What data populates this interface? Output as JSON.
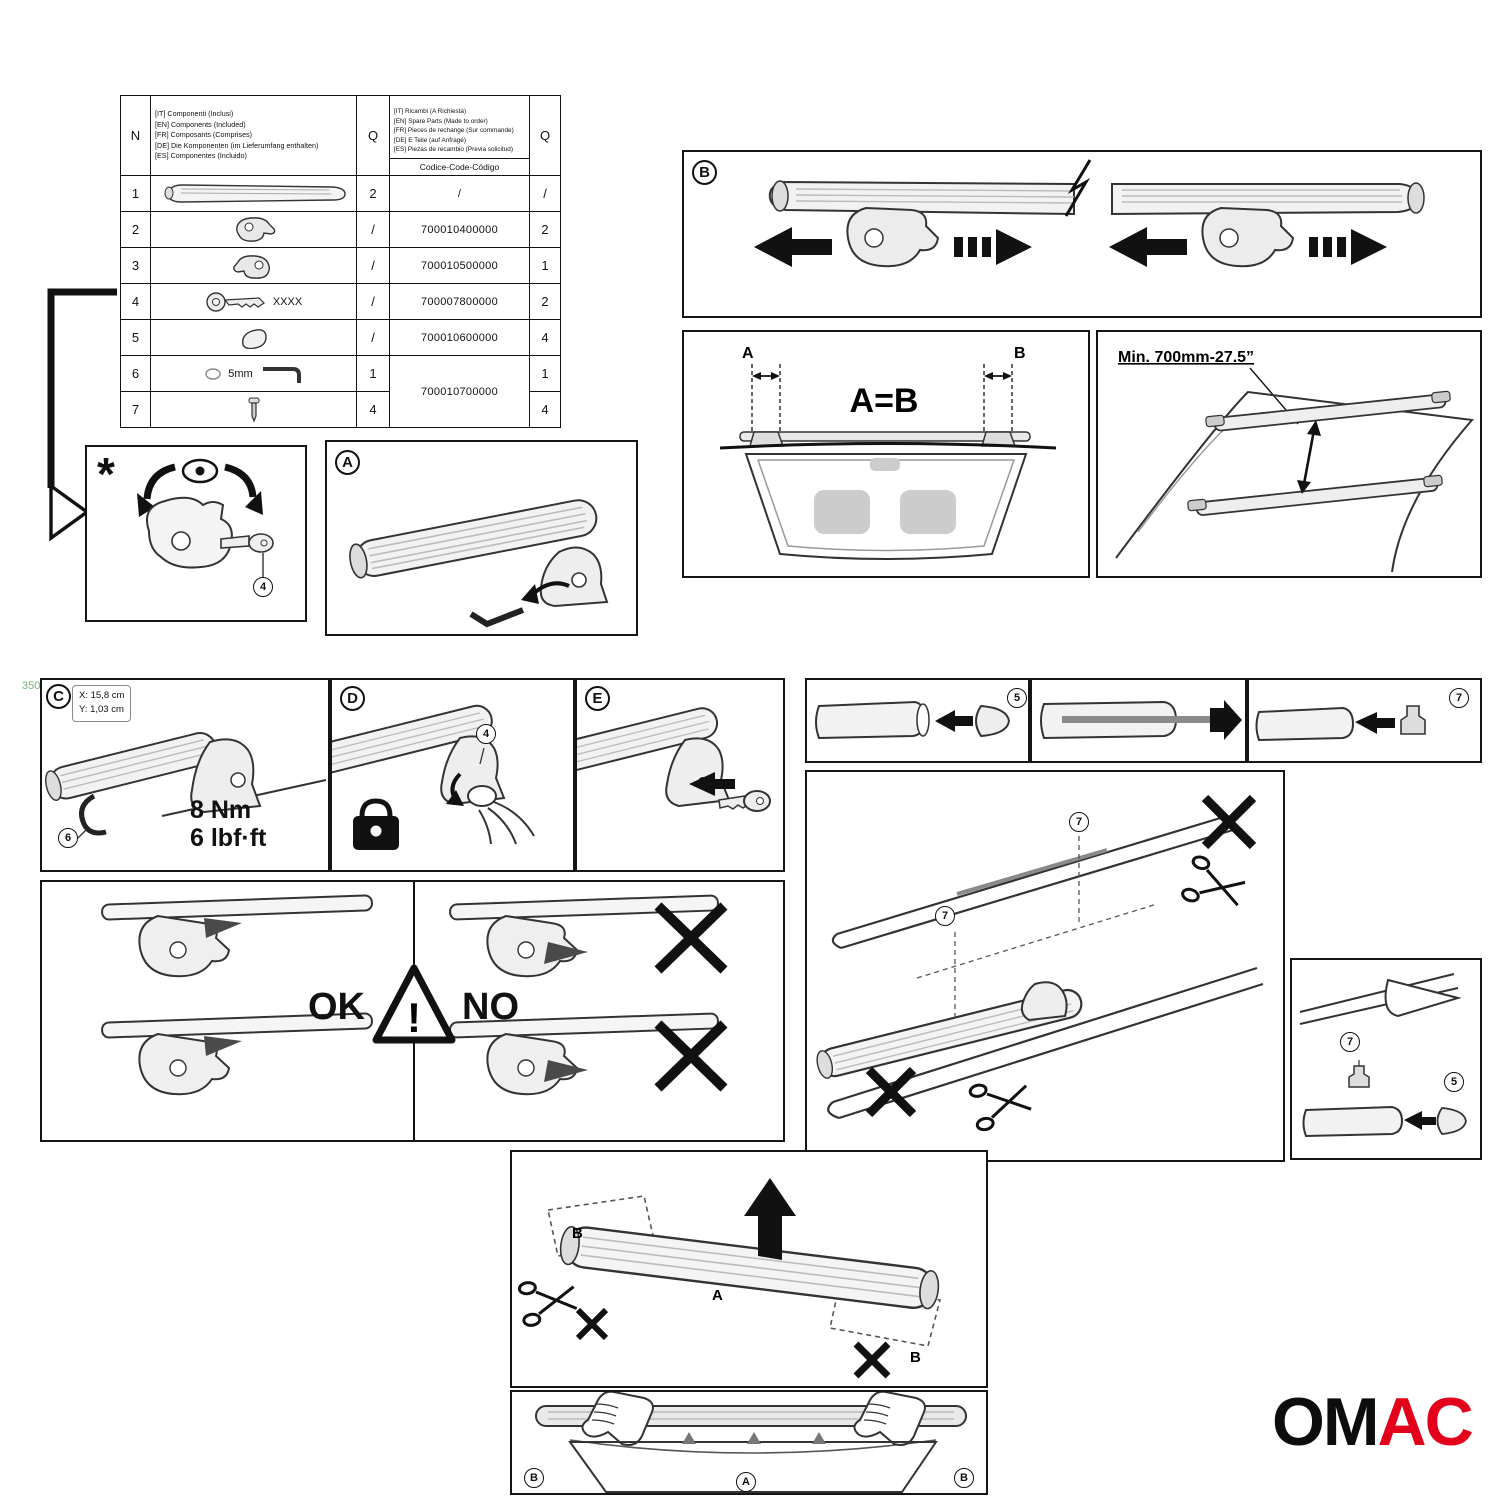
{
  "misc": {
    "page_mark": "350"
  },
  "logo": {
    "black": "OM",
    "red": "AC",
    "red_color": "#e2001a"
  },
  "table": {
    "col_n": "N",
    "col_q": "Q",
    "col_q2": "Q",
    "included": {
      "l1": "[IT] Componenti (Inclusi)",
      "l2": "[EN] Components (Included)",
      "l3": "[FR] Composants (Comprises)",
      "l4": "[DE] Die Komponenten (im Lieferumfang enthalten)",
      "l5": "[ES] Componentes (Incluido)"
    },
    "spare": {
      "l1": "[IT] Ricambi (A Richiesta)",
      "l2": "[EN] Spare Parts (Made to order)",
      "l3": "[FR] Pieces de rechange (Sur commande)",
      "l4": "[DE] E Teile (auf Anfrage)",
      "l5": "[ES] Piezas de recambio (Previa solicitud)",
      "code_label": "Codice-Code-Código"
    },
    "rows": [
      {
        "n": "1",
        "q": "2",
        "code": "/",
        "sq": "/"
      },
      {
        "n": "2",
        "q": "/",
        "code": "700010400000",
        "sq": "2"
      },
      {
        "n": "3",
        "q": "/",
        "code": "700010500000",
        "sq": "1"
      },
      {
        "n": "4",
        "q": "/",
        "code": "700007800000",
        "sq": "2",
        "icon_label": "XXXX"
      },
      {
        "n": "5",
        "q": "/",
        "code": "700010600000",
        "sq": "4"
      },
      {
        "n": "6",
        "q": "1",
        "code": "700010700000",
        "sq": "1",
        "icon_label": "5mm"
      },
      {
        "n": "7",
        "q": "4",
        "sq": "4"
      }
    ]
  },
  "letters": {
    "star": "*",
    "a": "A",
    "b": "B",
    "c": "C",
    "d": "D",
    "e": "E"
  },
  "refs": {
    "n4": "4",
    "n5": "5",
    "n6": "6",
    "n7": "7"
  },
  "panel_aeqb": {
    "a": "A",
    "b": "B",
    "equation": "A=B"
  },
  "panel_min": {
    "text": "Min. 700mm-27.5”"
  },
  "panel_c": {
    "dim_x": "X: 15,8 cm",
    "dim_y": "Y: 1,03 cm",
    "torque_nm": "8 Nm",
    "torque_lbf": "6 lbf·ft"
  },
  "panel_okno": {
    "ok": "OK",
    "no": "NO",
    "bang": "!"
  },
  "panel_assembly": {
    "a": "A",
    "b_left": "B",
    "b_right": "B"
  },
  "panel_mount": {
    "a": "A",
    "b_left": "B",
    "b_right": "B"
  }
}
